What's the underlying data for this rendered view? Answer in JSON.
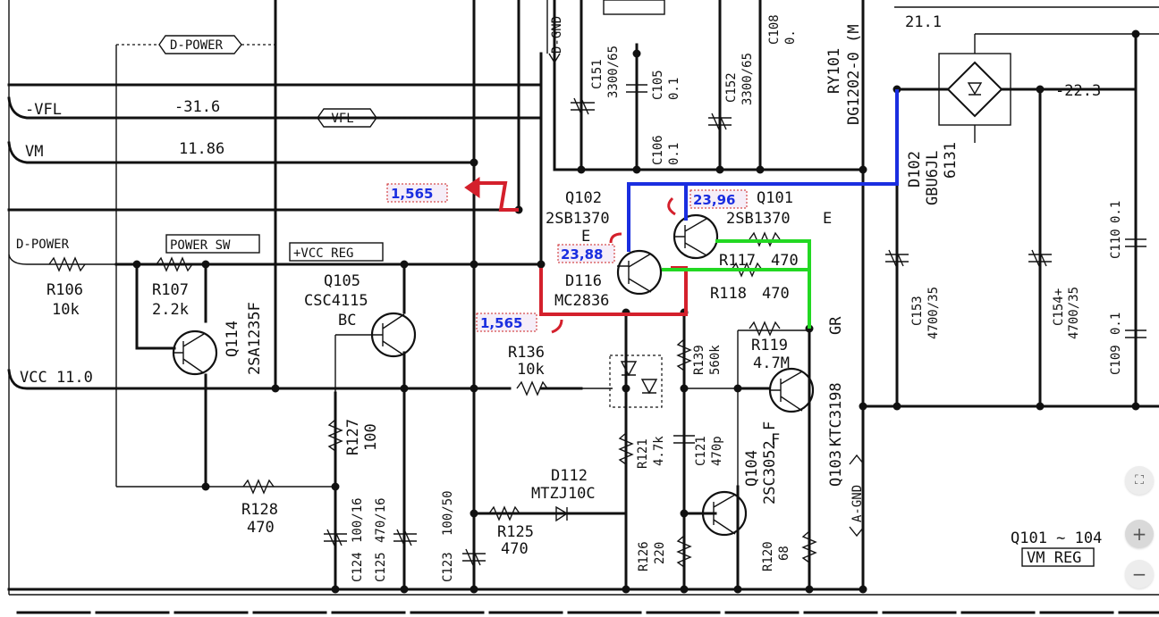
{
  "colors": {
    "highlight_red": "#d4202c",
    "highlight_blue": "#1a2ee0",
    "highlight_green": "#22d822",
    "annotation_text": "#1a2ee0"
  },
  "nets": {
    "d_power_top": "D-POWER",
    "vfl": "-VFL",
    "vfl_val": "-31.6",
    "vfl_tag": "-VFL",
    "vm": "VM",
    "vm_val": "11.86",
    "d_power": "D-POWER",
    "power_sw": "POWER SW",
    "vcc_reg": "+VCC REG",
    "vcc": "VCC 11.0",
    "d_gnd": "D-GND",
    "a_gnd": "A-GND",
    "v_21": "21.1",
    "v_neg22": "-22.3"
  },
  "components": {
    "r106": {
      "ref": "R106",
      "val": "10k"
    },
    "r107": {
      "ref": "R107",
      "val": "2.2k"
    },
    "q114": {
      "ref": "Q114",
      "val": "2SA1235F"
    },
    "q105": {
      "ref": "Q105",
      "val": "CSC4115",
      "grade": "BC"
    },
    "r127": {
      "ref": "R127",
      "val": "100"
    },
    "r128": {
      "ref": "R128",
      "val": "470"
    },
    "c124": {
      "ref": "C124",
      "val": "100/16"
    },
    "c125": {
      "ref": "C125",
      "val": "470/16"
    },
    "c123": {
      "ref": "C123",
      "val": "100/50"
    },
    "r125": {
      "ref": "R125",
      "val": "470"
    },
    "d112": {
      "ref": "D112",
      "val": "MTZJ10C"
    },
    "r136": {
      "ref": "R136",
      "val": "10k"
    },
    "q102": {
      "ref": "Q102",
      "val": "2SB1370",
      "grade": "E"
    },
    "d116": {
      "ref": "D116",
      "val": "MC2836"
    },
    "q101": {
      "ref": "Q101",
      "val": "2SB1370",
      "grade": "E"
    },
    "r117": {
      "ref": "R117",
      "val": "470"
    },
    "r118": {
      "ref": "R118",
      "val": "470"
    },
    "r139": {
      "ref": "R139",
      "val": "560k"
    },
    "r119": {
      "ref": "R119",
      "val": "4.7M"
    },
    "q103": {
      "ref": "Q103",
      "val": "KTC3198",
      "grade": "GR",
      "grade2": "F"
    },
    "r121": {
      "ref": "R121",
      "val": "4.7k"
    },
    "c121": {
      "ref": "C121",
      "val": "470p"
    },
    "q104": {
      "ref": "Q104",
      "val": "2SC3052",
      "grade": "F"
    },
    "r126": {
      "ref": "R126",
      "val": "220"
    },
    "r120": {
      "ref": "R120",
      "val": "68"
    },
    "c151": {
      "ref": "C151",
      "val": "3300/65"
    },
    "c105": {
      "ref": "C105",
      "val": "0.1"
    },
    "c106": {
      "ref": "C106",
      "val": "0.1"
    },
    "c152": {
      "ref": "C152",
      "val": "3300/65"
    },
    "c108": {
      "ref": "C108",
      "val": "0."
    },
    "ry101": {
      "ref": "RY101",
      "val": "DG1202-0 (M"
    },
    "d102": {
      "ref": "D102",
      "val": "GBU6JL",
      "val2": "6131"
    },
    "c153": {
      "ref": "C153",
      "val": "4700/35"
    },
    "c154": {
      "ref": "C154+",
      "val": "4700/35"
    },
    "c110": {
      "ref": "C110",
      "val": "0.1"
    },
    "c109": {
      "ref": "C109",
      "val": "0.1"
    }
  },
  "block_label": {
    "range": "Q101 ∼ 104",
    "name": "VM REG"
  },
  "annotations": [
    {
      "text": "1,565"
    },
    {
      "text": "23,96"
    },
    {
      "text": "23,88"
    },
    {
      "text": "1,565"
    }
  ],
  "controls": {
    "fit": "⛶",
    "zoom_in": "+",
    "zoom_out": "−"
  }
}
